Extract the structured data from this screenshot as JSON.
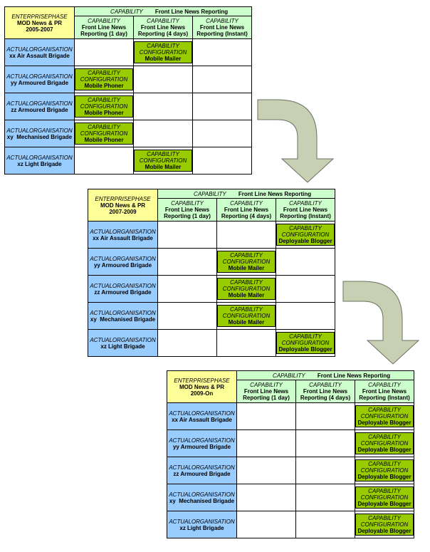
{
  "phases": [
    {
      "enterprise_phase_label": "ENTERPRISEPHASE",
      "name_line1": "MOD News & PR",
      "name_line2": "2005-2007",
      "capability_label": "CAPABILITY",
      "capability_name": "Front Line News Reporting",
      "columns": [
        {
          "label": "CAPABILITY",
          "name": "Front Line News Reporting (1 day)"
        },
        {
          "label": "CAPABILITY",
          "name": "Front Line News Reporting (4 days)"
        },
        {
          "label": "CAPABILITY",
          "name": "Front Line News Reporting (Instant)"
        }
      ],
      "rows": [
        {
          "org_label": "ACTUALORGANISATION",
          "org_name": "xx Air Assault Brigade",
          "cells": [
            "",
            "Mobile Mailer",
            ""
          ]
        },
        {
          "org_label": "ACTUALORGANISATION",
          "org_name": "yy Armoured Brigade",
          "cells": [
            "Mobile Phoner",
            "",
            ""
          ]
        },
        {
          "org_label": "ACTUALORGANISATION",
          "org_name": "zz Armoured Brigade",
          "cells": [
            "Mobile Phoner",
            "",
            ""
          ]
        },
        {
          "org_label": "ACTUALORGANISATION",
          "org_name": "xy  Mechanised Brigade",
          "cells": [
            "Mobile Phoner",
            "",
            ""
          ]
        },
        {
          "org_label": "ACTUALORGANISATION",
          "org_name": "xz Light Brigade",
          "cells": [
            "",
            "Mobile Mailer",
            ""
          ]
        }
      ]
    },
    {
      "enterprise_phase_label": "ENTERPRISEPHASE",
      "name_line1": "MOD News & PR",
      "name_line2": "2007-2009",
      "capability_label": "CAPABILITY",
      "capability_name": "Front Line News Reporting",
      "columns": [
        {
          "label": "CAPABILITY",
          "name": "Front Line News Reporting (1 day)"
        },
        {
          "label": "CAPABILITY",
          "name": "Front Line News Reporting (4 days)"
        },
        {
          "label": "CAPABILITY",
          "name": "Front Line News Reporting (Instant)"
        }
      ],
      "rows": [
        {
          "org_label": "ACTUALORGANISATION",
          "org_name": "xx Air Assault Brigade",
          "cells": [
            "",
            "",
            "Deployable Blogger"
          ]
        },
        {
          "org_label": "ACTUALORGANISATION",
          "org_name": "yy Armoured Brigade",
          "cells": [
            "",
            "Mobile Mailer",
            ""
          ]
        },
        {
          "org_label": "ACTUALORGANISATION",
          "org_name": "zz Armoured Brigade",
          "cells": [
            "",
            "Mobile Mailer",
            ""
          ]
        },
        {
          "org_label": "ACTUALORGANISATION",
          "org_name": "xy  Mechanised Brigade",
          "cells": [
            "",
            "Mobile Mailer",
            ""
          ]
        },
        {
          "org_label": "ACTUALORGANISATION",
          "org_name": "xz Light Brigade",
          "cells": [
            "",
            "",
            "Deployable Blogger"
          ]
        }
      ]
    },
    {
      "enterprise_phase_label": "ENTERPRISEPHASE",
      "name_line1": "MOD News & PR",
      "name_line2": "2009-On",
      "capability_label": "CAPABILITY",
      "capability_name": "Front Line News Reporting",
      "columns": [
        {
          "label": "CAPABILITY",
          "name": "Front Line News Reporting (1 day)"
        },
        {
          "label": "CAPABILITY",
          "name": "Front Line News Reporting (4 days)"
        },
        {
          "label": "CAPABILITY",
          "name": "Front Line News Reporting (Instant)"
        }
      ],
      "rows": [
        {
          "org_label": "ACTUALORGANISATION",
          "org_name": "xx Air Assault Brigade",
          "cells": [
            "",
            "",
            "Deployable Blogger"
          ]
        },
        {
          "org_label": "ACTUALORGANISATION",
          "org_name": "yy Armoured Brigade",
          "cells": [
            "",
            "",
            "Deployable Blogger"
          ]
        },
        {
          "org_label": "ACTUALORGANISATION",
          "org_name": "zz Armoured Brigade",
          "cells": [
            "",
            "",
            "Deployable Blogger"
          ]
        },
        {
          "org_label": "ACTUALORGANISATION",
          "org_name": "xy  Mechanised Brigade",
          "cells": [
            "",
            "",
            "Deployable Blogger"
          ]
        },
        {
          "org_label": "ACTUALORGANISATION",
          "org_name": "xz Light Brigade",
          "cells": [
            "",
            "",
            "Deployable Blogger"
          ]
        }
      ]
    }
  ],
  "configuration_label": "CAPABILITY CONFIGURATION",
  "colors": {
    "enterprise_phase": "#ffff99",
    "capability": "#ccffcc",
    "organisation": "#99ccff",
    "configuration": "#99cc00",
    "arrow": "#c8d0b4"
  }
}
